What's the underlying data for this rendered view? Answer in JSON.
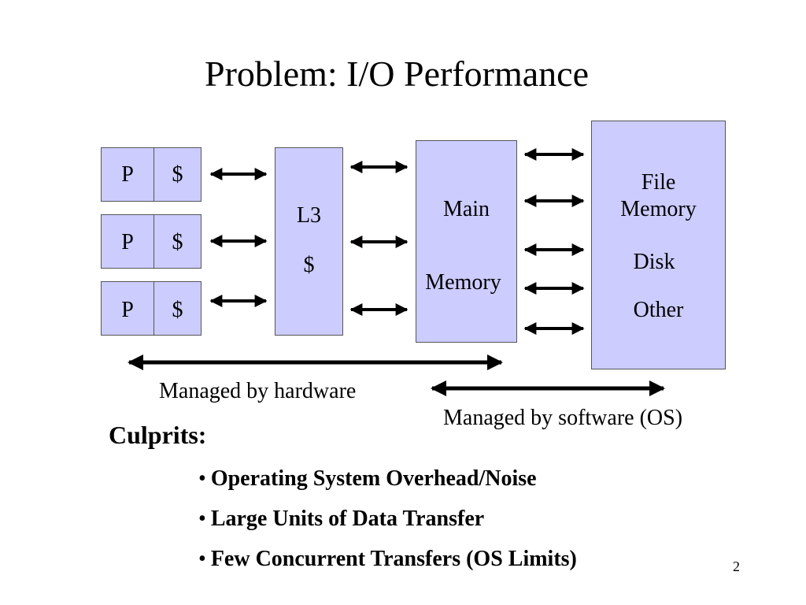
{
  "slide": {
    "title": "Problem: I/O Performance",
    "page_number": "2"
  },
  "diagram": {
    "processors": [
      {
        "p_label": "P",
        "cache_label": "$"
      },
      {
        "p_label": "P",
        "cache_label": "$"
      },
      {
        "p_label": "P",
        "cache_label": "$"
      }
    ],
    "l3": {
      "line1": "L3",
      "line2": "$"
    },
    "main_memory": {
      "line1": "Main",
      "line2": "Memory"
    },
    "file_memory": {
      "line1": "File",
      "line2": "Memory",
      "line3": "Disk",
      "line4": "Other"
    },
    "captions": {
      "hardware": "Managed by hardware",
      "software": "Managed by software (OS)"
    },
    "box_color": "#ccccff"
  },
  "culprits": {
    "heading": "Culprits:",
    "bullet_char": "•",
    "items": [
      "Operating System Overhead/Noise",
      "Large Units of Data Transfer",
      "Few Concurrent Transfers (OS Limits)"
    ]
  }
}
